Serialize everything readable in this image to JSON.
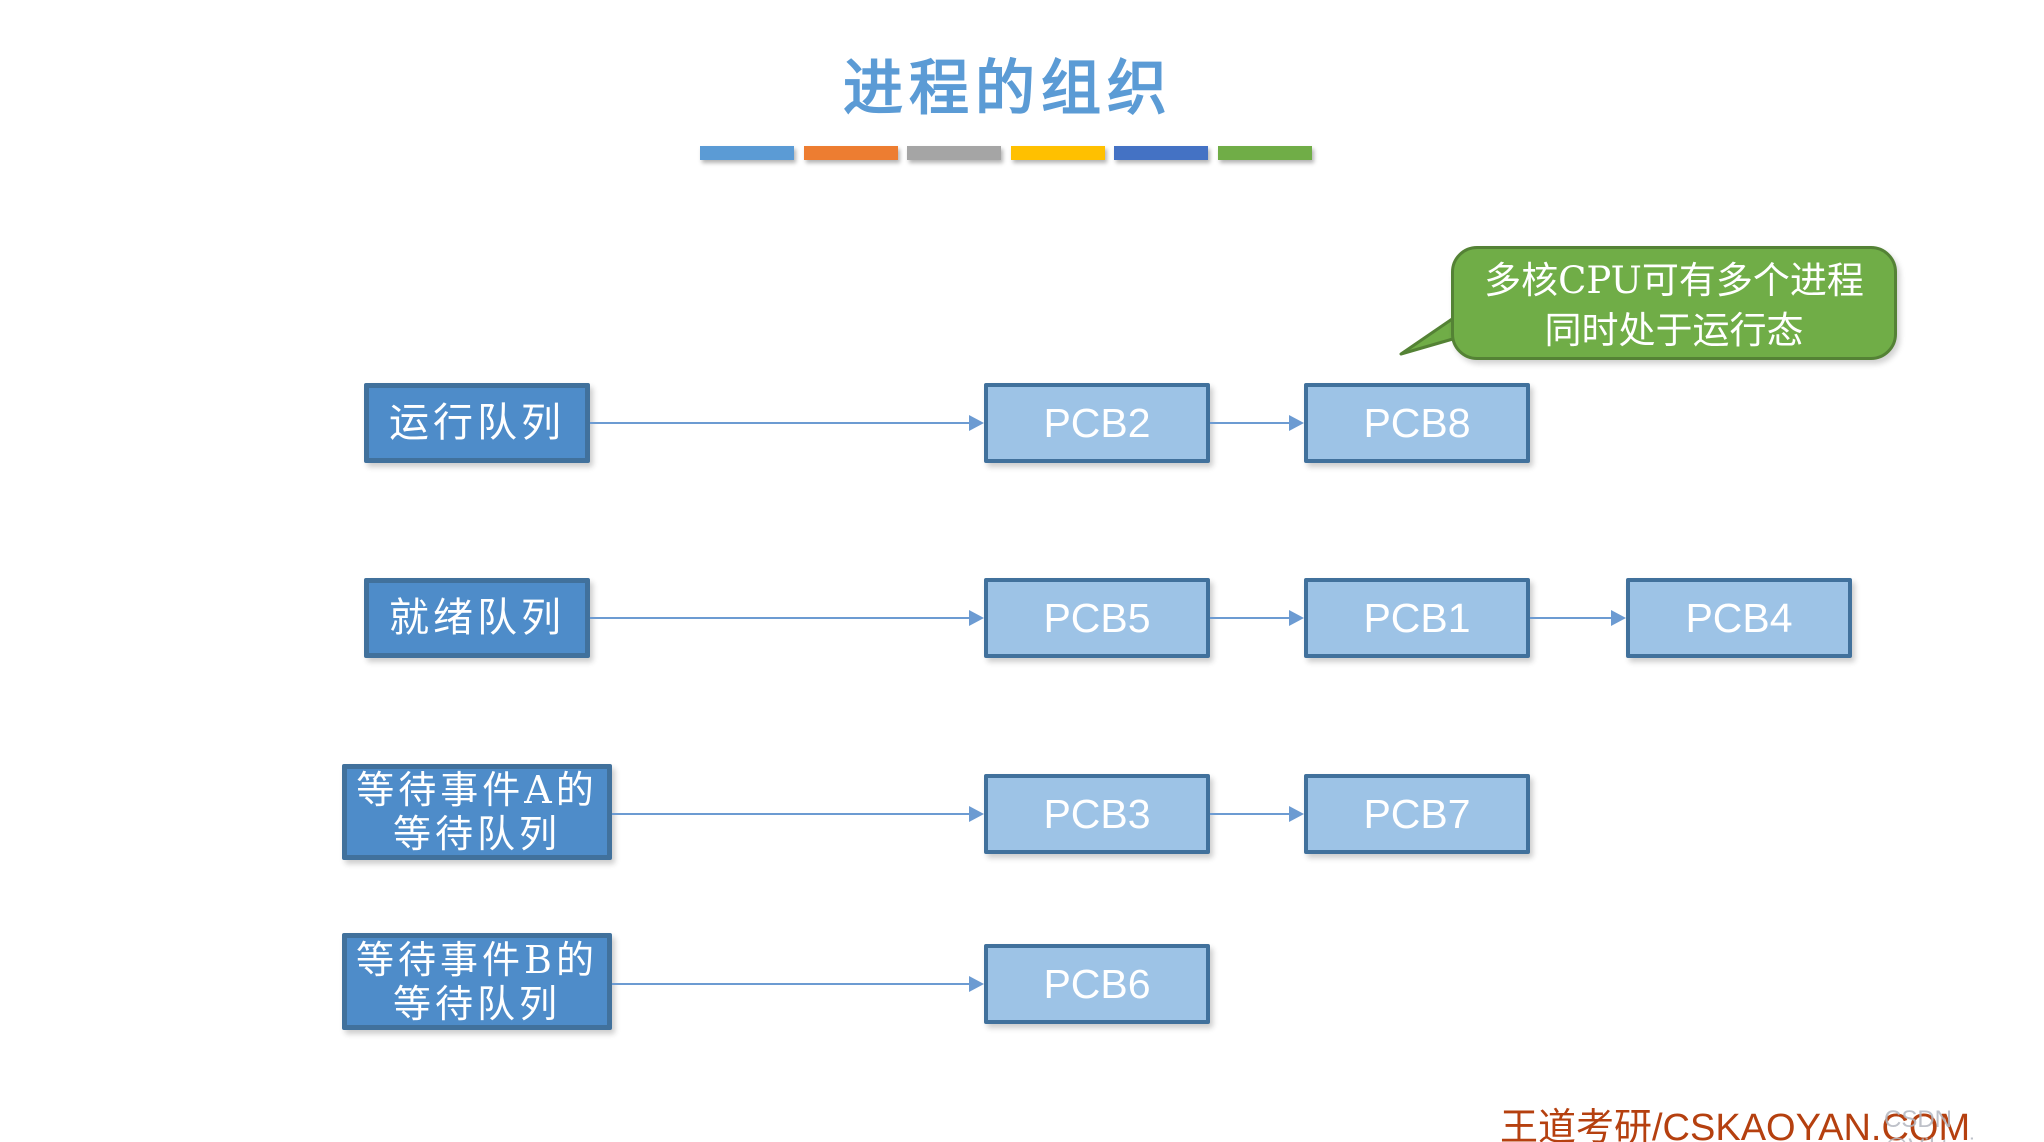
{
  "title": "进程的组织",
  "accent_bars": [
    {
      "name": "bar-blue",
      "color": "#5B9BD5"
    },
    {
      "name": "bar-orange",
      "color": "#ED7D31"
    },
    {
      "name": "bar-gray",
      "color": "#A5A5A5"
    },
    {
      "name": "bar-gold",
      "color": "#FFC000"
    },
    {
      "name": "bar-darkblue",
      "color": "#4472C4"
    },
    {
      "name": "bar-green",
      "color": "#70AD47"
    }
  ],
  "callout": {
    "lines": [
      "多核CPU可有多个进程",
      "同时处于运行态"
    ],
    "fill": "#70AD47",
    "border": "#548235"
  },
  "queues": [
    {
      "label_lines": [
        "运行队列"
      ],
      "pcbs": [
        "PCB2",
        "PCB8"
      ]
    },
    {
      "label_lines": [
        "就绪队列"
      ],
      "pcbs": [
        "PCB5",
        "PCB1",
        "PCB4"
      ]
    },
    {
      "label_lines": [
        "等待事件A的",
        "等待队列"
      ],
      "pcbs": [
        "PCB3",
        "PCB7"
      ]
    },
    {
      "label_lines": [
        "等待事件B的",
        "等待队列"
      ],
      "pcbs": [
        "PCB6"
      ]
    }
  ],
  "footer": {
    "brand": "王道考研/CSKAOYAN.COM",
    "watermark": "CSDN @Viktoriae"
  },
  "colors": {
    "title": "#5B9BD5",
    "queue_box_fill": "#4E8CC9",
    "queue_box_border": "#41719C",
    "pcb_box_fill": "#9DC3E6",
    "pcb_box_border": "#41719C",
    "arrow": "#6C9BD2",
    "footer_brand": "#B5400F",
    "watermark": "#B3B7C0"
  }
}
